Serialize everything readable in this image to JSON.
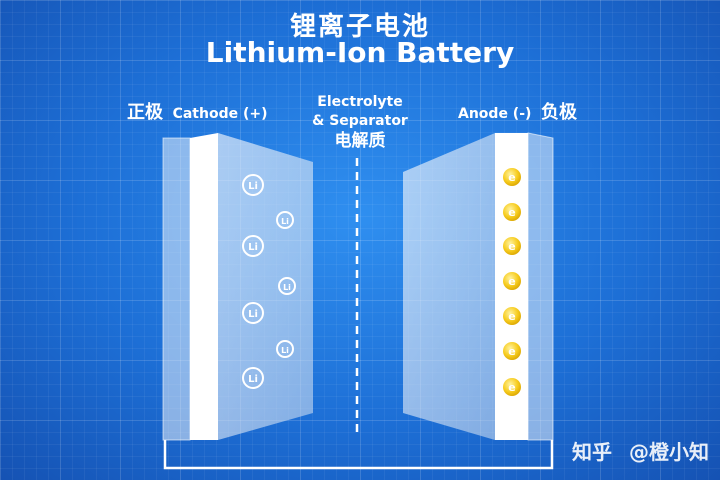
{
  "title": {
    "zh": "锂离子电池",
    "en": "Lithium-Ion Battery"
  },
  "cathode": {
    "zh": "正极",
    "en": "Cathode (+)"
  },
  "separator": {
    "en1": "Electrolyte",
    "en2": "& Separator",
    "zh": "电解质"
  },
  "anode": {
    "en": "Anode (-)",
    "zh": "负极"
  },
  "ion_label": "Li",
  "electron_label": "e",
  "watermark": {
    "zhihu": "知乎",
    "author": "@橙小知"
  },
  "colors": {
    "background": "#1d6fd6",
    "plate": "#dfe9f6",
    "electron": "#f5c518"
  }
}
